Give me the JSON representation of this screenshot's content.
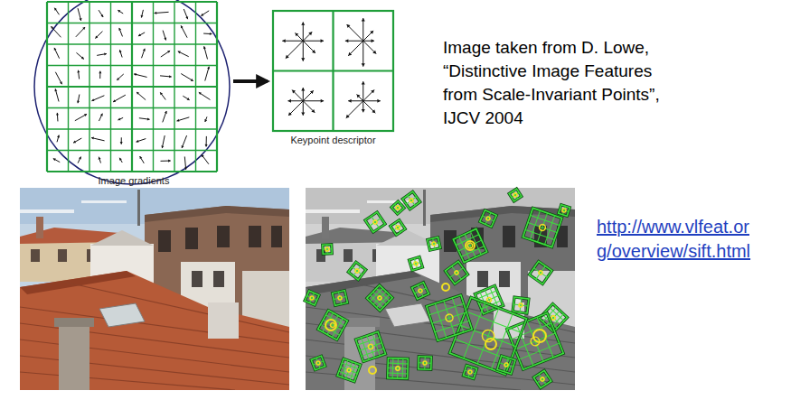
{
  "diagram": {
    "nodes": [
      {
        "text": [
          "Image gradients"
        ]
      },
      {
        "text": [
          "Keypoint descriptor"
        ]
      }
    ],
    "edges": [
      {
        "from": 0,
        "to": 1,
        "arrow": "to"
      }
    ],
    "labels": [
      "Image taken from D. Lowe, “Distinctive Image Features from Scale-Invariant Points”, IJCV 2004",
      "http://www.vlfeat.org/overview/sift.html"
    ]
  }
}
